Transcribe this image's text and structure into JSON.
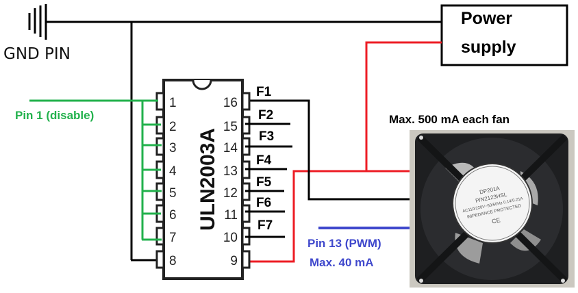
{
  "ground": {
    "label": "GND PIN",
    "icon": "ground-icon"
  },
  "power_supply": {
    "line1": "Power",
    "line2": "supply"
  },
  "chip": {
    "name": "ULN2003A",
    "left_pins": [
      "1",
      "2",
      "3",
      "4",
      "5",
      "6",
      "7",
      "8"
    ],
    "right_pins": [
      "16",
      "15",
      "14",
      "13",
      "12",
      "11",
      "10",
      "9"
    ]
  },
  "fan_outputs": [
    "F1",
    "F2",
    "F3",
    "F4",
    "F5",
    "F6",
    "F7"
  ],
  "annotations": {
    "disable": "Pin 1 (disable)",
    "fan_max": "Max. 500 mA each fan",
    "pwm": "Pin 13 (PWM)",
    "pwm_max": "Max. 40 mA"
  },
  "fan": {
    "label_lines": [
      "DP201A",
      "P/N2123HSL",
      "AC110/220V~50/60Hz 0.14/0.21A",
      "IMPEDANCE PROTECTED",
      "CE"
    ]
  },
  "colors": {
    "wire_black": "#000000",
    "wire_red": "#ed1c24",
    "wire_green": "#22b14c",
    "wire_blue": "#3f48cc",
    "text_green": "#22b14c",
    "text_blue": "#3f48cc"
  }
}
